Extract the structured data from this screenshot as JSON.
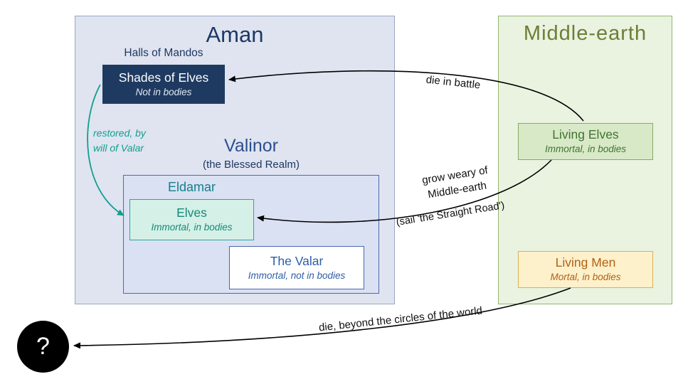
{
  "colors": {
    "aman-fill": "#dfe4f0",
    "aman-border": "#9aa6c2",
    "aman-title": "#1f3864",
    "navy-fill": "#1f3a61",
    "valinor-title": "#2e4f8f",
    "eldamar-fill": "#dae1f3",
    "eldamar-border": "#5068ae",
    "eldamar-title": "#14808c",
    "elves-fill": "#d5f0e6",
    "elves-border": "#2aa79b",
    "elves-text": "#148a7c",
    "valar-border": "#4a67ad",
    "valar-text": "#2e5ea6",
    "me-fill": "#e9f3e0",
    "me-border": "#94b373",
    "me-title": "#6f7d37",
    "living-elves-fill": "#d8e9c8",
    "living-elves-border": "#85ab61",
    "living-elves-text": "#41742e",
    "living-men-fill": "#fdf1cb",
    "living-men-border": "#d7b259",
    "living-men-text": "#b35f14",
    "teal": "#129e90",
    "arrow-color": "#000000"
  },
  "aman": {
    "title": "Aman",
    "halls_label": "Halls of Mandos",
    "shades": {
      "title": "Shades of Elves",
      "subtitle": "Not in bodies"
    },
    "valinor": {
      "title": "Valinor",
      "subtitle": "(the Blessed Realm)"
    },
    "eldamar": {
      "title": "Eldamar",
      "elves": {
        "title": "Elves",
        "subtitle": "Immortal, in bodies"
      },
      "valar": {
        "title": "The Valar",
        "subtitle": "Immortal, not in bodies"
      }
    }
  },
  "middle_earth": {
    "title": "Middle-earth",
    "living_elves": {
      "title": "Living Elves",
      "subtitle": "Immortal, in bodies"
    },
    "living_men": {
      "title": "Living Men",
      "subtitle": "Mortal, in bodies"
    }
  },
  "arrows": {
    "die_in_battle": "die in battle",
    "grow_weary_1": "grow weary of",
    "grow_weary_2": "Middle-earth",
    "sail": "(sail 'the Straight Road')",
    "die_beyond": "die, beyond the circles of the world",
    "restored_1": "restored, by",
    "restored_2": "will of Valar"
  },
  "unknown": {
    "label": "?"
  }
}
